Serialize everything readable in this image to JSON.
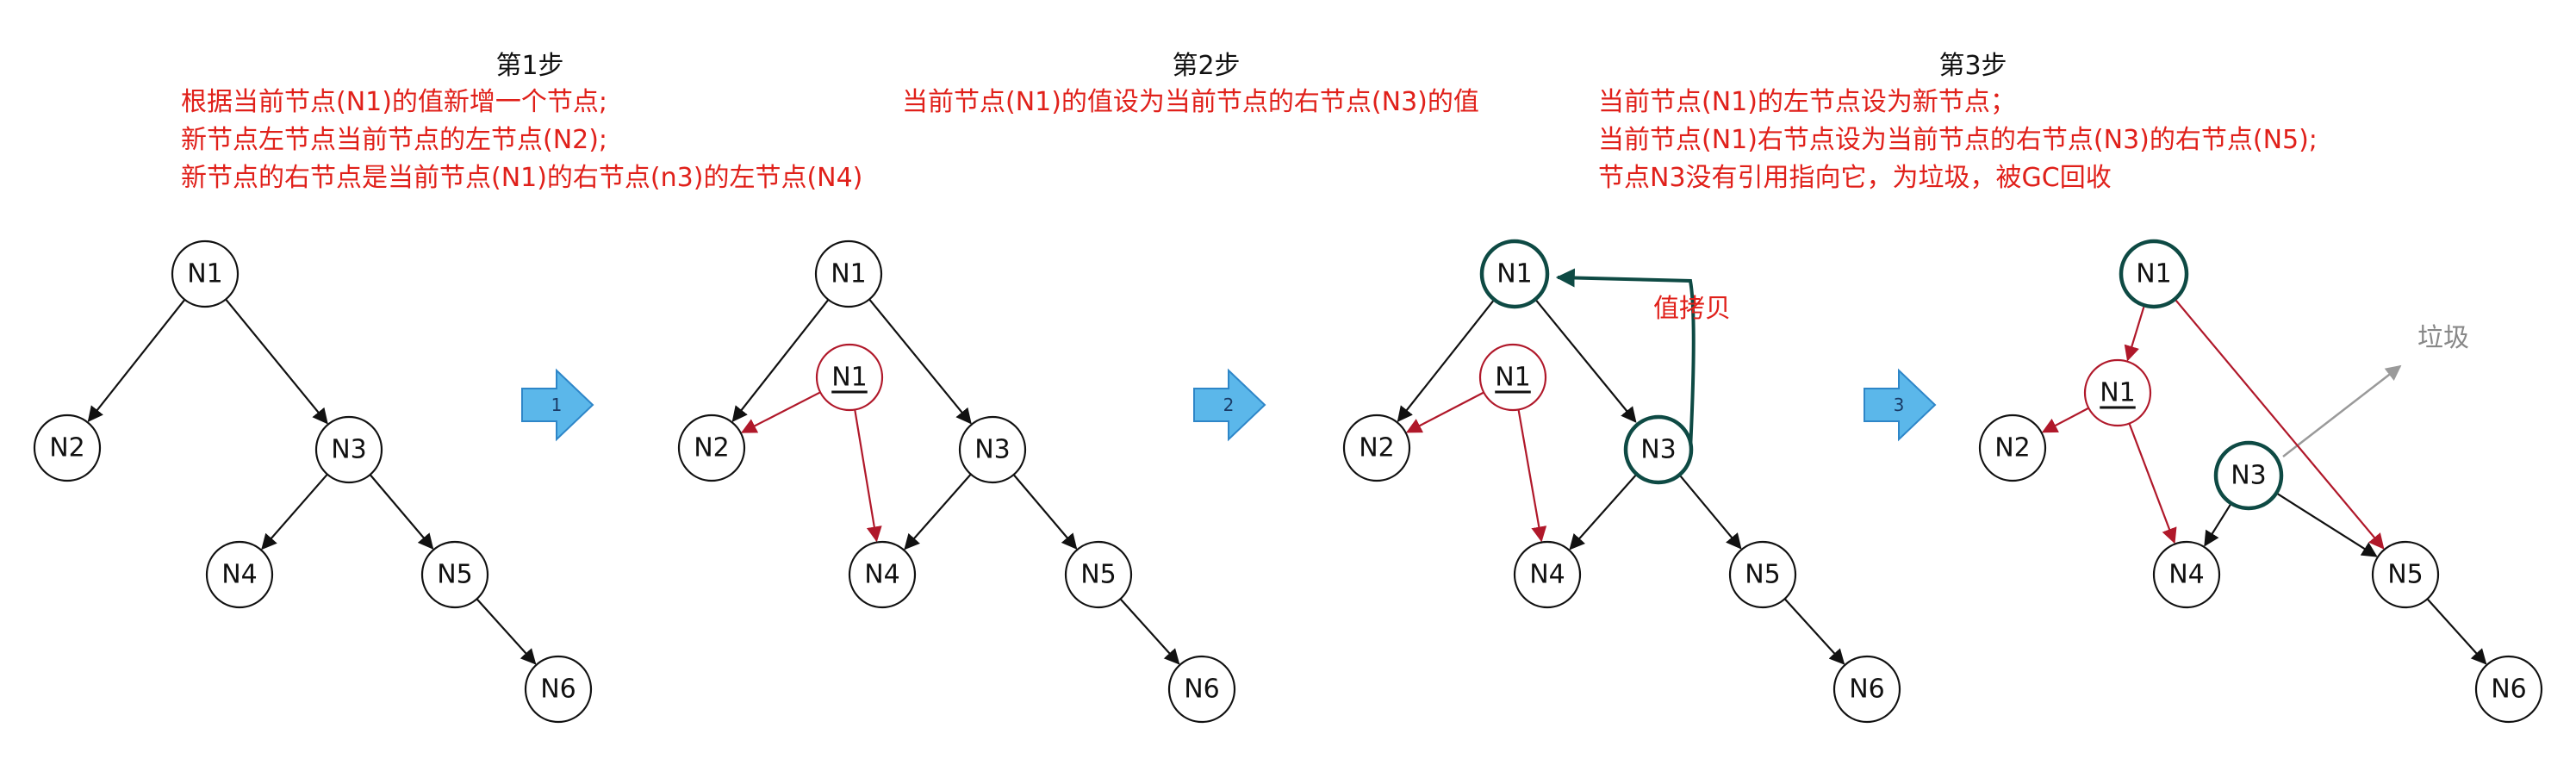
{
  "colors": {
    "black": "#111111",
    "red": "#b0182a",
    "note_red": "#e0201a",
    "teal": "#0e4a44",
    "gray": "#9a9a9a",
    "arrow_fill": "#5bb7ea",
    "arrow_stroke": "#2e86c8"
  },
  "steps": [
    {
      "title": "第1步",
      "notes": [
        "根据当前节点(N1)的值新增一个节点;",
        "新节点左节点当前节点的左节点(N2);",
        "新节点的右节点是当前节点(N1)的右节点(n3)的左节点(N4)"
      ]
    },
    {
      "title": "第2步",
      "notes": [
        "当前节点(N1)的值设为当前节点的右节点(N3)的值"
      ]
    },
    {
      "title": "第3步",
      "notes": [
        "当前节点(N1)的左节点设为新节点；",
        "当前节点(N1)右节点设为当前节点的右节点(N3)的右节点(N5);",
        "节点N3没有引用指向它，为垃圾，被GC回收"
      ]
    }
  ],
  "step_arrows": [
    {
      "label": "1",
      "icon": "right-arrow-icon"
    },
    {
      "label": "2",
      "icon": "right-arrow-icon"
    },
    {
      "label": "3",
      "icon": "right-arrow-icon"
    }
  ],
  "annotations": {
    "value_copy": "值拷贝",
    "garbage": "垃圾"
  },
  "diagrams": [
    {
      "nodes": [
        {
          "id": "N1",
          "label": "N1",
          "style": "black"
        },
        {
          "id": "N2",
          "label": "N2",
          "style": "black"
        },
        {
          "id": "N3",
          "label": "N3",
          "style": "black"
        },
        {
          "id": "N4",
          "label": "N4",
          "style": "black"
        },
        {
          "id": "N5",
          "label": "N5",
          "style": "black"
        },
        {
          "id": "N6",
          "label": "N6",
          "style": "black"
        }
      ],
      "edges": [
        {
          "from": "N1",
          "to": "N2",
          "style": "black"
        },
        {
          "from": "N1",
          "to": "N3",
          "style": "black"
        },
        {
          "from": "N3",
          "to": "N4",
          "style": "black"
        },
        {
          "from": "N3",
          "to": "N5",
          "style": "black"
        },
        {
          "from": "N5",
          "to": "N6",
          "style": "black"
        }
      ]
    },
    {
      "nodes": [
        {
          "id": "N1",
          "label": "N1",
          "style": "black"
        },
        {
          "id": "NEW",
          "label": "N1",
          "style": "red"
        },
        {
          "id": "N2",
          "label": "N2",
          "style": "black"
        },
        {
          "id": "N3",
          "label": "N3",
          "style": "black"
        },
        {
          "id": "N4",
          "label": "N4",
          "style": "black"
        },
        {
          "id": "N5",
          "label": "N5",
          "style": "black"
        },
        {
          "id": "N6",
          "label": "N6",
          "style": "black"
        }
      ],
      "edges": [
        {
          "from": "N1",
          "to": "N2",
          "style": "black"
        },
        {
          "from": "N1",
          "to": "N3",
          "style": "black"
        },
        {
          "from": "N3",
          "to": "N4",
          "style": "black"
        },
        {
          "from": "N3",
          "to": "N5",
          "style": "black"
        },
        {
          "from": "N5",
          "to": "N6",
          "style": "black"
        },
        {
          "from": "NEW",
          "to": "N2",
          "style": "red"
        },
        {
          "from": "NEW",
          "to": "N4",
          "style": "red"
        }
      ]
    },
    {
      "nodes": [
        {
          "id": "N1",
          "label": "N1",
          "style": "teal"
        },
        {
          "id": "NEW",
          "label": "N1",
          "style": "red"
        },
        {
          "id": "N2",
          "label": "N2",
          "style": "black"
        },
        {
          "id": "N3",
          "label": "N3",
          "style": "teal"
        },
        {
          "id": "N4",
          "label": "N4",
          "style": "black"
        },
        {
          "id": "N5",
          "label": "N5",
          "style": "black"
        },
        {
          "id": "N6",
          "label": "N6",
          "style": "black"
        }
      ],
      "edges": [
        {
          "from": "N1",
          "to": "N2",
          "style": "black"
        },
        {
          "from": "N1",
          "to": "N3",
          "style": "black"
        },
        {
          "from": "N3",
          "to": "N4",
          "style": "black"
        },
        {
          "from": "N3",
          "to": "N5",
          "style": "black"
        },
        {
          "from": "N5",
          "to": "N6",
          "style": "black"
        },
        {
          "from": "NEW",
          "to": "N2",
          "style": "red"
        },
        {
          "from": "NEW",
          "to": "N4",
          "style": "red"
        }
      ]
    },
    {
      "nodes": [
        {
          "id": "N1",
          "label": "N1",
          "style": "teal"
        },
        {
          "id": "NEW",
          "label": "N1",
          "style": "red"
        },
        {
          "id": "N2",
          "label": "N2",
          "style": "black"
        },
        {
          "id": "N3",
          "label": "N3",
          "style": "teal"
        },
        {
          "id": "N4",
          "label": "N4",
          "style": "black"
        },
        {
          "id": "N5",
          "label": "N5",
          "style": "black"
        },
        {
          "id": "N6",
          "label": "N6",
          "style": "black"
        }
      ],
      "edges": [
        {
          "from": "N1",
          "to": "NEW",
          "style": "red"
        },
        {
          "from": "N1",
          "to": "N5",
          "style": "red"
        },
        {
          "from": "NEW",
          "to": "N2",
          "style": "red"
        },
        {
          "from": "NEW",
          "to": "N4",
          "style": "red"
        },
        {
          "from": "N3",
          "to": "N4",
          "style": "black"
        },
        {
          "from": "N3",
          "to": "N5",
          "style": "black"
        },
        {
          "from": "N5",
          "to": "N6",
          "style": "black"
        }
      ]
    }
  ]
}
